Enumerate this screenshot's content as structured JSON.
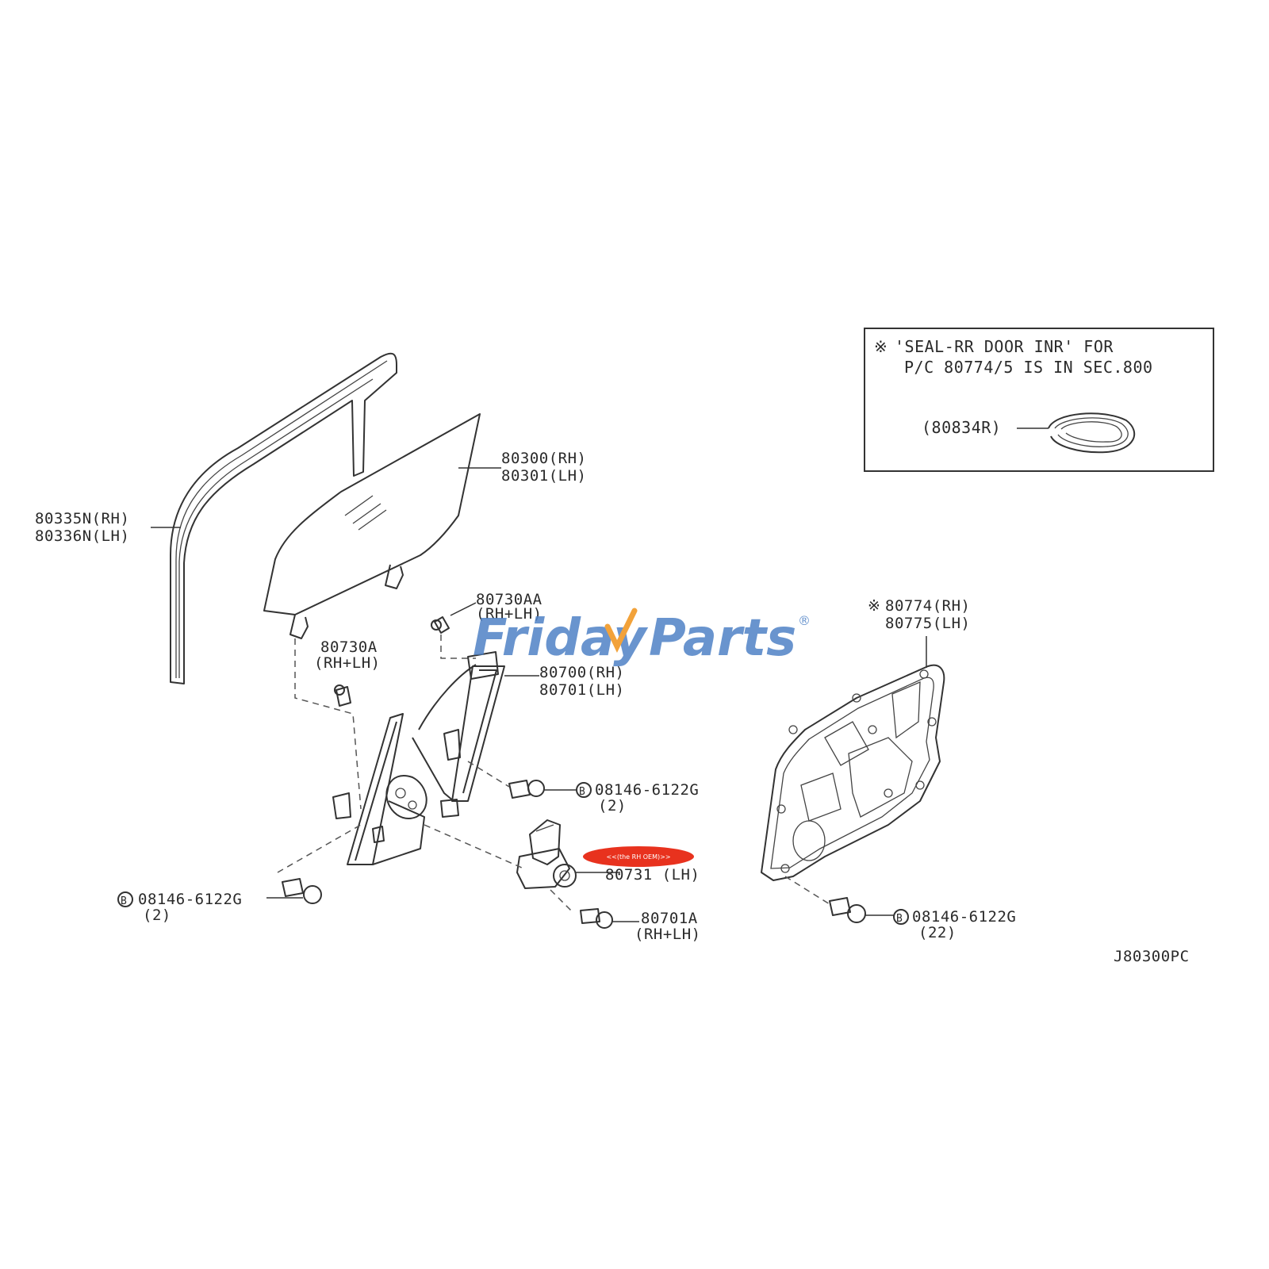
{
  "diagram_id": "J80300PC",
  "brand": {
    "name_left": "Friday",
    "name_right": "Parts",
    "registered": "®",
    "color": "#4f82c6"
  },
  "note_box": {
    "line1": "'SEAL-RR DOOR INR' FOR",
    "line2": "P/C 80774/5 IS IN SEC.800",
    "part": "(80834R)"
  },
  "labels": {
    "weatherstrip_rh": "80335N(RH)",
    "weatherstrip_lh": "80336N(LH)",
    "glass_rh": "80300(RH)",
    "glass_lh": "80301(LH)",
    "bolt_80730aa": "80730AA",
    "bolt_80730aa_side": "(RH+LH)",
    "bolt_80730a": "80730A",
    "bolt_80730a_side": "(RH+LH)",
    "regulator_rh": "80700(RH)",
    "regulator_lh": "80701(LH)",
    "bolt_mid": "08146-6122G",
    "bolt_mid_qty": "(2)",
    "motor_lh": "80731 (LH)",
    "bolt_left": "08146-6122G",
    "bolt_left_qty": "(2)",
    "bolt_80701a": "80701A",
    "bolt_80701a_side": "(RH+LH)",
    "panel_rh": "80774(RH)",
    "panel_lh": "80775(LH)",
    "bolt_right": "08146-6122G",
    "bolt_right_qty": "(22)",
    "b_marker": "B",
    "star_marker": "※"
  },
  "highlight": {
    "color": "#e8321e",
    "text": "<<(the RH OEM)>>"
  }
}
